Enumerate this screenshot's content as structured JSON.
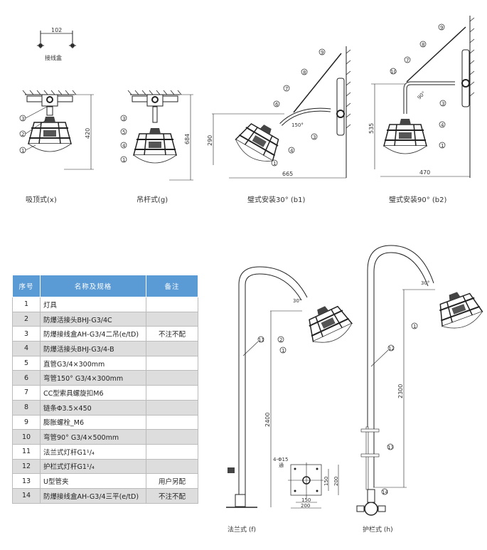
{
  "junction_box": {
    "dimension": "102",
    "label": "接线盒"
  },
  "diagrams": [
    {
      "caption": "吸顶式(x)",
      "height_dim": "420",
      "callouts": [
        "3",
        "2",
        "1"
      ]
    },
    {
      "caption": "吊杆式(g)",
      "height_dim": "684",
      "callouts": [
        "3",
        "5",
        "4",
        "1"
      ]
    },
    {
      "caption": "璧式安装30° (b1)",
      "height_dim": "290",
      "width_dim": "665",
      "angle": "150°",
      "callouts": [
        "9",
        "8",
        "7",
        "6",
        "4",
        "3",
        "1"
      ]
    },
    {
      "caption": "璧式安装90° (b2)",
      "height_dim": "535",
      "width_dim": "470",
      "angle": "90°",
      "callouts": [
        "9",
        "8",
        "7",
        "10",
        "3",
        "4",
        "1"
      ]
    },
    {
      "caption": "法兰式 (f)",
      "height_dim": "2400",
      "angle": "30°",
      "callouts": [
        "11",
        "2",
        "1"
      ],
      "flange": {
        "holes": "4-Φ15",
        "through": "通",
        "inner": "150",
        "outer": "200"
      }
    },
    {
      "caption": "护栏式 (h)",
      "height_dim": "2300",
      "angle": "30°",
      "callouts": [
        "12",
        "1",
        "13",
        "14"
      ]
    }
  ],
  "table": {
    "headers": [
      "序号",
      "名称及规格",
      "备注"
    ],
    "rows": [
      [
        "1",
        "灯具",
        ""
      ],
      [
        "2",
        "防爆活接头BHJ-G3/4C",
        ""
      ],
      [
        "3",
        "防爆接线盒AH-G3/4二吊(e/tD)",
        "不注不配"
      ],
      [
        "4",
        "防爆活接头BHJ-G3/4-B",
        ""
      ],
      [
        "5",
        "直管G3/4×300mm",
        ""
      ],
      [
        "6",
        "弯管150°  G3/4×300mm",
        ""
      ],
      [
        "7",
        "CC型索具螺旋扣M6",
        ""
      ],
      [
        "8",
        "链条Φ3.5×450",
        ""
      ],
      [
        "9",
        "膨胀螺栓_M6",
        ""
      ],
      [
        "10",
        "弯管90°  G3/4×500mm",
        ""
      ],
      [
        "11",
        "法兰式灯杆G1¹/₄",
        ""
      ],
      [
        "12",
        "护栏式灯杆G1¹/₄",
        ""
      ],
      [
        "13",
        "U型管夹",
        "用户另配"
      ],
      [
        "14",
        "防爆接线盒AH-G3/4三平(e/tD)",
        "不注不配"
      ]
    ]
  },
  "colors": {
    "header_bg": "#5b9bd5",
    "stripe": "#dddddd"
  }
}
